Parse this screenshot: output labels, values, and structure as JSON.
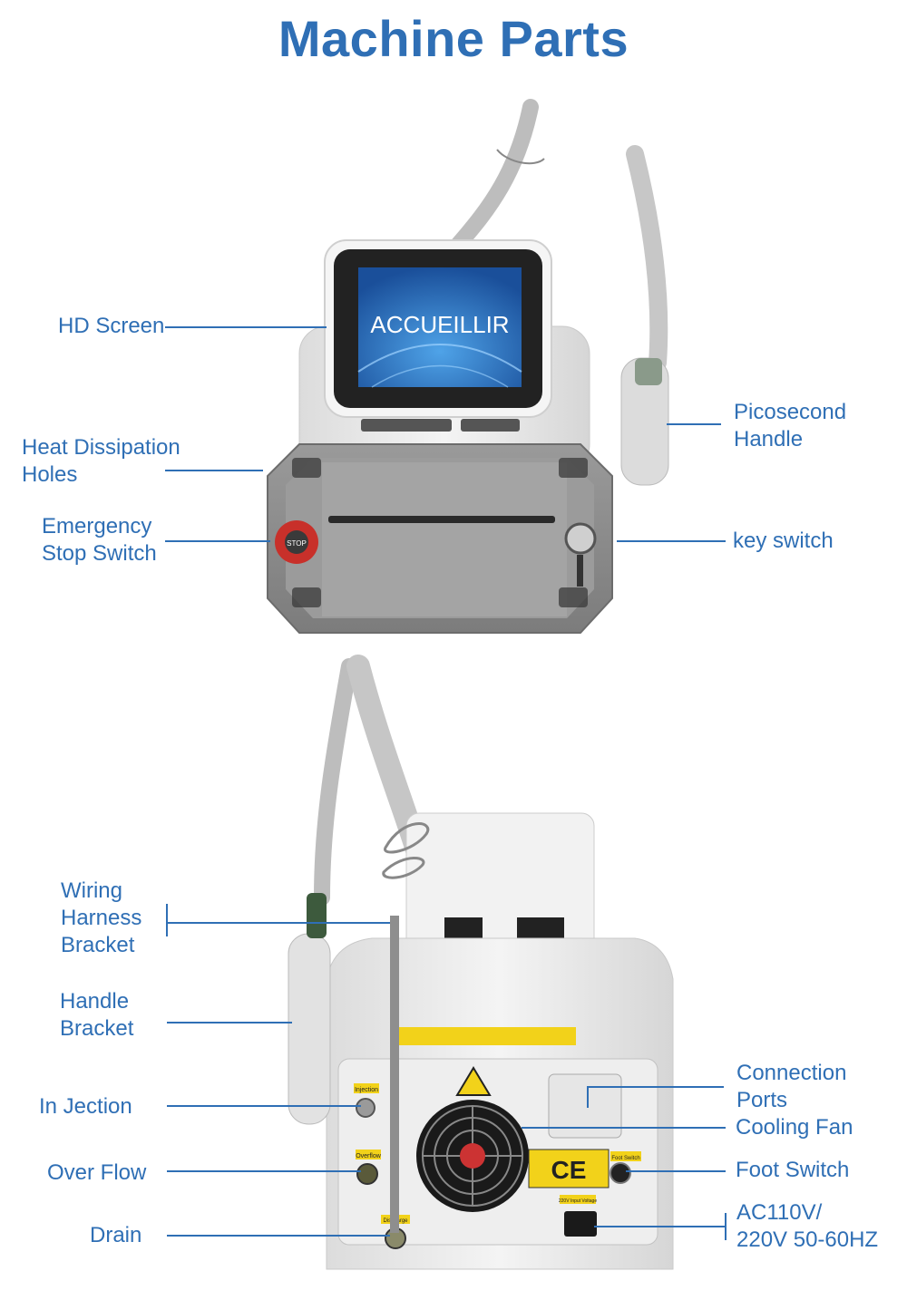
{
  "title": "Machine Parts",
  "screen_text": "ACCUEILLIR",
  "stop_text": "STOP",
  "colors": {
    "accent": "#2f6fb5",
    "device_body": "#ececec",
    "panel": "#8e8e8e",
    "screen": "#1f5fb0",
    "stop": "#c8302a",
    "warning": "#f2d21a"
  },
  "front_labels": {
    "hd_screen": "HD Screen",
    "heat_dissipation": "Heat Dissipation\nHoles",
    "emergency_stop": "Emergency\nStop Switch",
    "picosecond_handle": "Picosecond\nHandle",
    "key_switch": "key switch"
  },
  "back_labels": {
    "wiring_harness": "Wiring\nHarness\nBracket",
    "handle_bracket": "Handle\nBracket",
    "injection": "In Jection",
    "overflow": "Over Flow",
    "drain": "Drain",
    "connection_ports": "Connection\nPorts",
    "cooling_fan": "Cooling Fan",
    "foot_switch": "Foot Switch",
    "power": "AC110V/\n220V 50-60HZ"
  },
  "panel_tags": {
    "injection": "Injection",
    "overflow": "Overflow",
    "drain": "Discharge",
    "foot_switch": "Foot Switch",
    "power_input": "220V Input Voltage"
  }
}
